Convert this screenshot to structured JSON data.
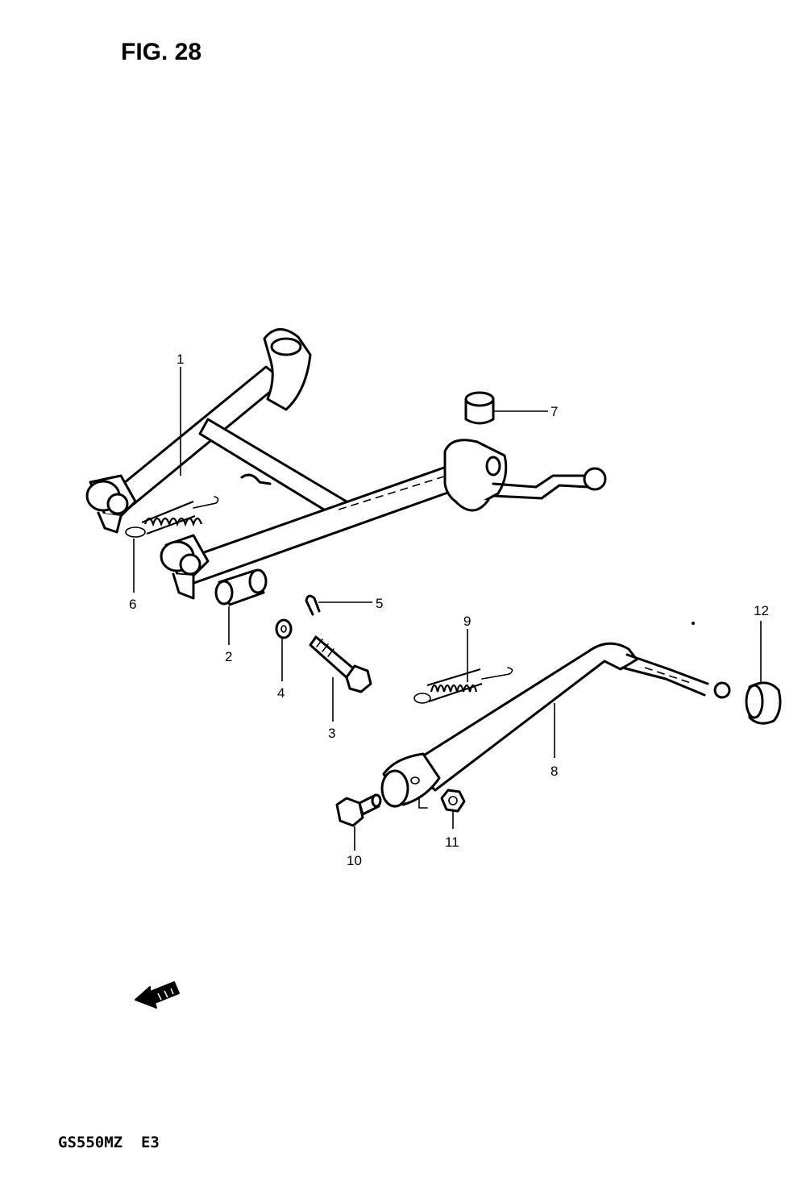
{
  "figure": {
    "title": "FIG. 28",
    "model_code": "GS550MZ  E3"
  },
  "callouts": [
    "1",
    "2",
    "3",
    "4",
    "5",
    "6",
    "7",
    "8",
    "9",
    "10",
    "11",
    "12"
  ],
  "icons": {
    "front_arrow": "front-direction-arrow-icon"
  }
}
